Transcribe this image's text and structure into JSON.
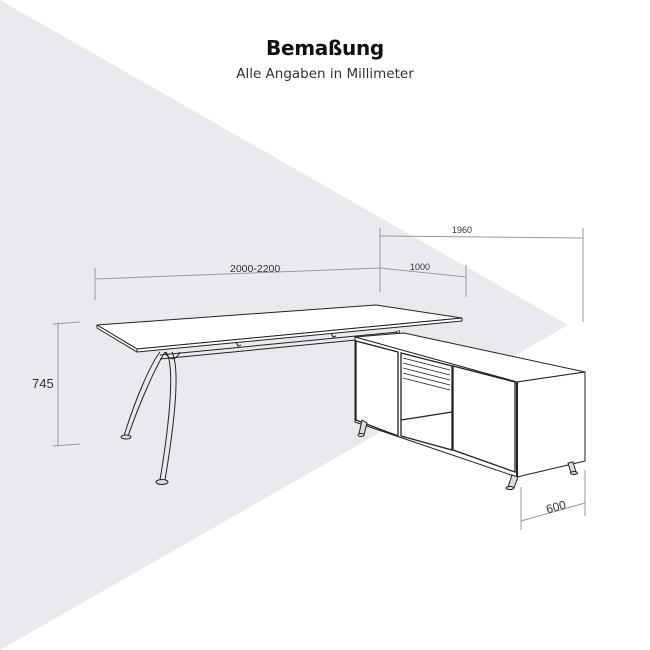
{
  "header": {
    "title": "Bemaßung",
    "subtitle": "Alle Angaben in Millimeter"
  },
  "dimensions": {
    "desk_width": "2000-2200",
    "desk_height": "745",
    "sideboard_length": "1960",
    "return_depth": "1000",
    "sideboard_depth": "600"
  },
  "colors": {
    "background": "#ffffff",
    "backdrop_triangle": "#e9eaed",
    "dimension_lines": "#9a9a9a",
    "drawing_lines": "#222222"
  }
}
